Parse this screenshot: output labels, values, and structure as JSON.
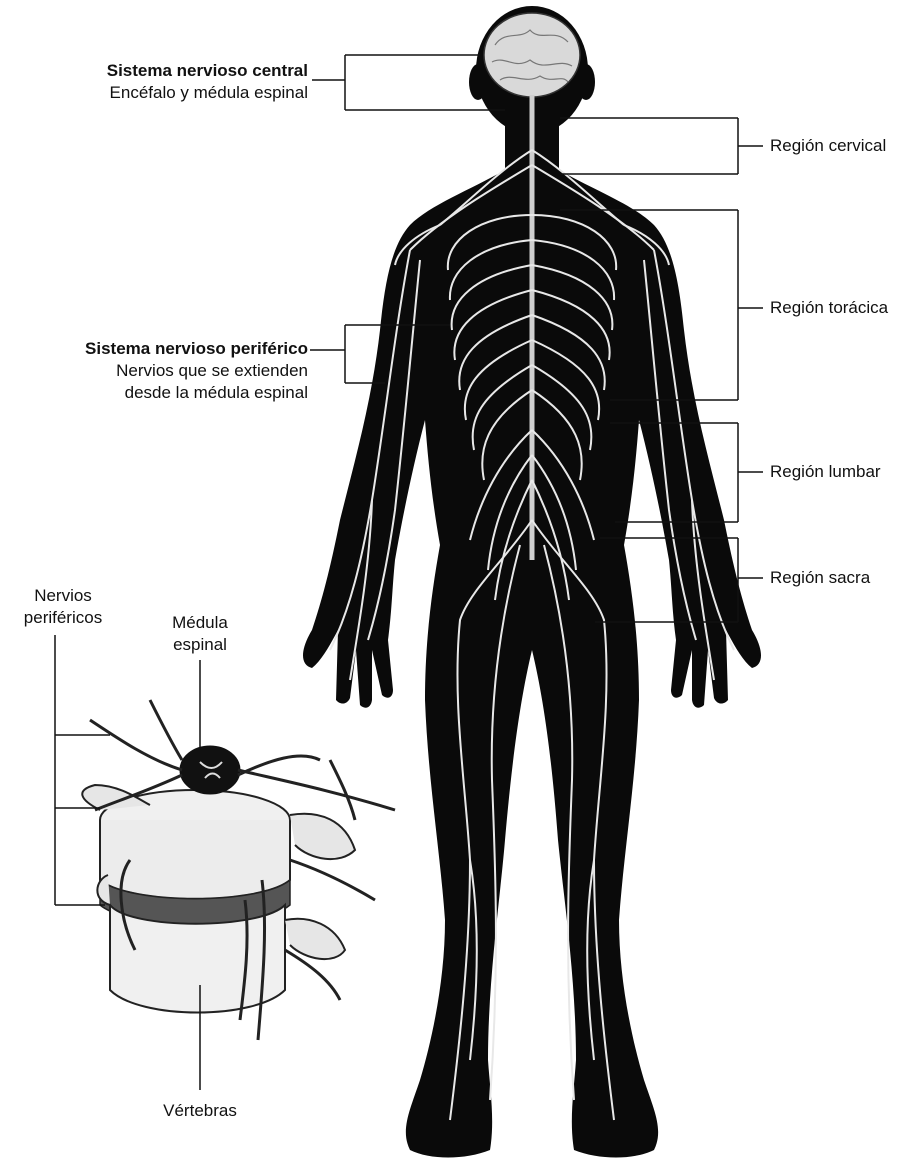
{
  "labels": {
    "cns_title": "Sistema nervioso central",
    "cns_desc": "Encéfalo y médula espinal",
    "pns_title": "Sistema nervioso periférico",
    "pns_desc_1": "Nervios que se extienden",
    "pns_desc_2": "desde la médula espinal",
    "cervical": "Región cervical",
    "thoracic": "Región torácica",
    "lumbar": "Región lumbar",
    "sacral": "Región sacra",
    "peripheral_nerves_1": "Nervios",
    "peripheral_nerves_2": "periféricos",
    "spinal_cord_1": "Médula",
    "spinal_cord_2": "espinal",
    "vertebrae": "Vértebras"
  },
  "colors": {
    "body": "#0a0a0a",
    "nerves": "#e8e8e8",
    "brain": "#d9d9d9",
    "bone": "#f0f0f0",
    "line": "#111111"
  }
}
